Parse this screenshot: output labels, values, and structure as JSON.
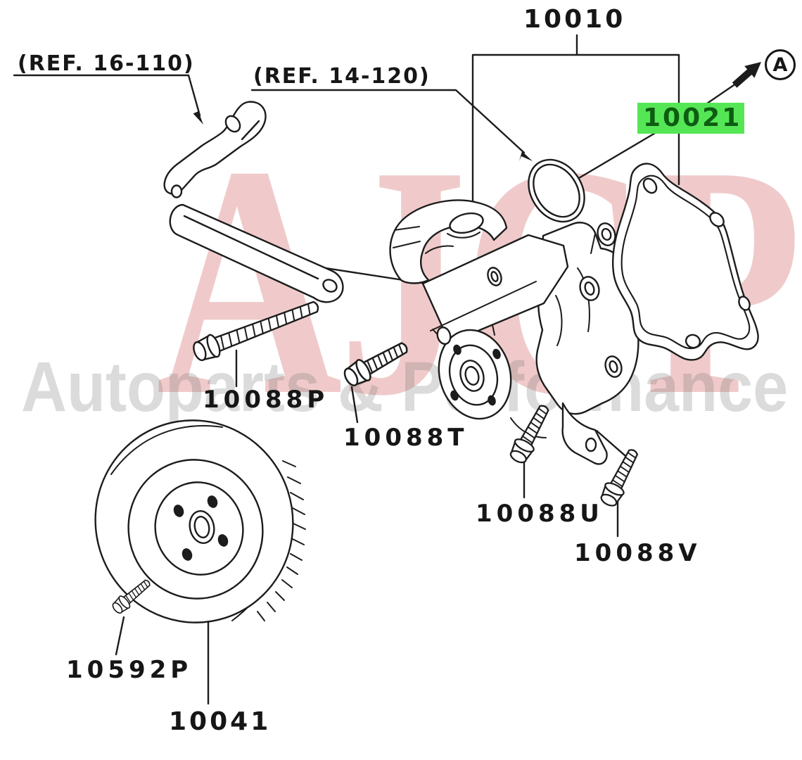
{
  "diagram": {
    "references": [
      {
        "id": "ref-16-110",
        "label": "(REF. 16-110)"
      },
      {
        "id": "ref-14-120",
        "label": "(REF. 14-120)"
      }
    ],
    "parts": [
      {
        "id": "10010",
        "label": "10010",
        "highlighted": false
      },
      {
        "id": "10021",
        "label": "10021",
        "highlighted": true
      },
      {
        "id": "10088P",
        "label": "10088P",
        "highlighted": false
      },
      {
        "id": "10088T",
        "label": "10088T",
        "highlighted": false
      },
      {
        "id": "10088U",
        "label": "10088U",
        "highlighted": false
      },
      {
        "id": "10088V",
        "label": "10088V",
        "highlighted": false
      },
      {
        "id": "10592P",
        "label": "10592P",
        "highlighted": false
      },
      {
        "id": "10041",
        "label": "10041",
        "highlighted": false
      }
    ],
    "view_marker_label": "A"
  },
  "watermark": {
    "title": "AJCP",
    "subtitle": "Autoparts & Performance"
  },
  "colors": {
    "line": "#1c1c1c",
    "highlight_bg": "#55e655",
    "highlight_text": "#0d5c12",
    "watermark_title": "rgba(206,80,80,0.30)",
    "watermark_subtitle": "rgba(110,110,110,0.25)"
  }
}
